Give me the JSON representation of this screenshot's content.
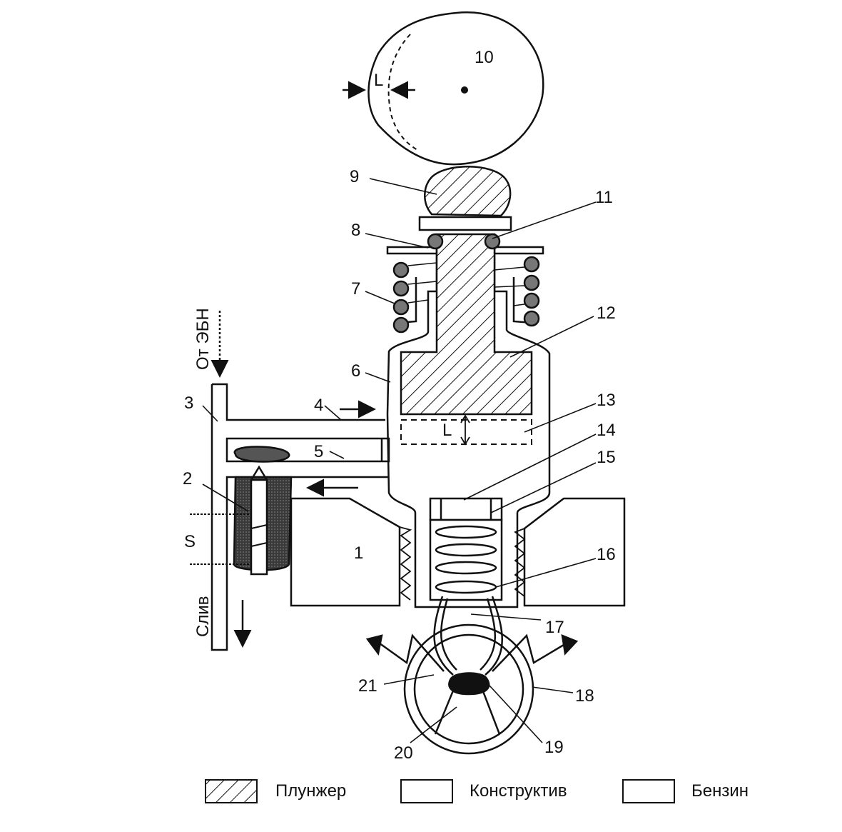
{
  "labels": {
    "n1": "1",
    "n2": "2",
    "n3": "3",
    "n4": "4",
    "n5": "5",
    "n6": "6",
    "n7": "7",
    "n8": "8",
    "n9": "9",
    "n10": "10",
    "n11": "11",
    "n12": "12",
    "n13": "13",
    "n14": "14",
    "n15": "15",
    "n16": "16",
    "n17": "17",
    "n18": "18",
    "n19": "19",
    "n20": "20",
    "n21": "21",
    "L": "L",
    "S": "S",
    "from_pump": "От ЭБН",
    "drain": "Слив"
  },
  "legend": [
    {
      "label": "Плунжер",
      "pattern": "hatch"
    },
    {
      "label": "Конструктив",
      "pattern": "plain"
    },
    {
      "label": "Бензин",
      "pattern": "plain"
    }
  ],
  "colors": {
    "ink": "#111111",
    "solenoid": "#555555",
    "coil": "#6a6a6a"
  }
}
